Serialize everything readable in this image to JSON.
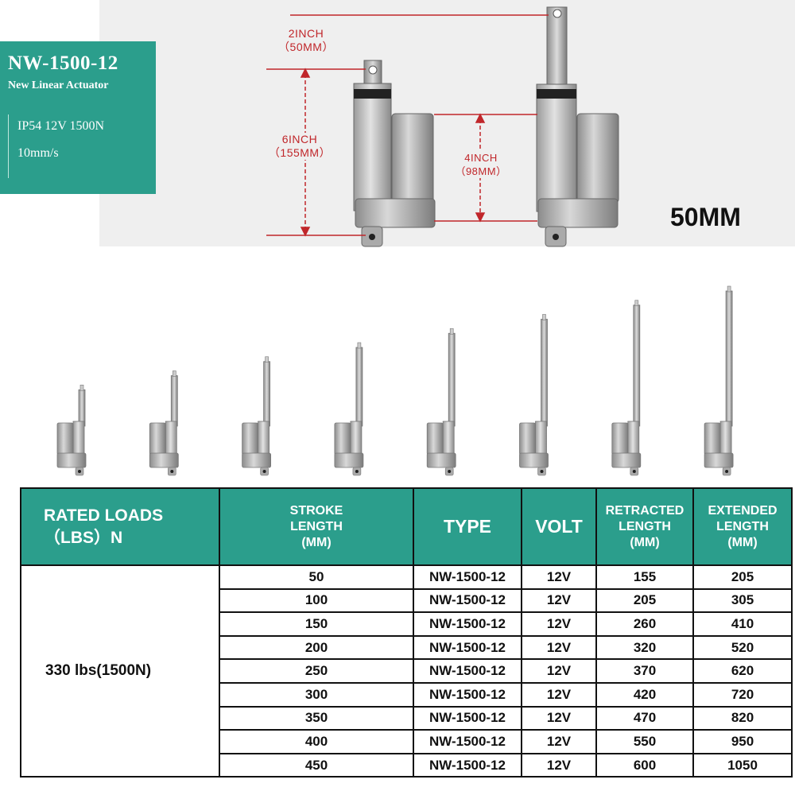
{
  "product": {
    "model": "NW-1500-12",
    "subtitle": "New Linear Actuator",
    "spec_line1": "IP54  12V  1500N",
    "spec_line2": "10mm/s"
  },
  "diagram": {
    "stroke_dim_line1": "2INCH",
    "stroke_dim_line2": "（50MM）",
    "retracted_dim_line1": "6INCH",
    "retracted_dim_line2": "（155MM）",
    "body_dim_line1": "4INCH",
    "body_dim_line2": "（98MM）",
    "stroke_badge": "50MM",
    "accent_color": "#c0262a"
  },
  "gallery": {
    "count": 8,
    "stroke_lengths_mm": [
      50,
      100,
      150,
      200,
      250,
      300,
      350,
      400
    ]
  },
  "table": {
    "headers": {
      "rated_loads_line1": "RATED LOADS",
      "rated_loads_line2": "（LBS）N",
      "stroke_line1": "STROKE",
      "stroke_line2": "LENGTH",
      "stroke_line3": "(MM)",
      "type": "TYPE",
      "volt": "VOLT",
      "retracted_line1": "RETRACTED",
      "retracted_line2": "LENGTH",
      "retracted_line3": "(MM)",
      "extended_line1": "EXTENDED",
      "extended_line2": "LENGTH",
      "extended_line3": "(MM)"
    },
    "rated_load": "330 lbs(1500N)",
    "header_color": "#2b9e8c",
    "rows": [
      {
        "stroke": "50",
        "type": "NW-1500-12",
        "volt": "12V",
        "retracted": "155",
        "extended": "205"
      },
      {
        "stroke": "100",
        "type": "NW-1500-12",
        "volt": "12V",
        "retracted": "205",
        "extended": "305"
      },
      {
        "stroke": "150",
        "type": "NW-1500-12",
        "volt": "12V",
        "retracted": "260",
        "extended": "410"
      },
      {
        "stroke": "200",
        "type": "NW-1500-12",
        "volt": "12V",
        "retracted": "320",
        "extended": "520"
      },
      {
        "stroke": "250",
        "type": "NW-1500-12",
        "volt": "12V",
        "retracted": "370",
        "extended": "620"
      },
      {
        "stroke": "300",
        "type": "NW-1500-12",
        "volt": "12V",
        "retracted": "420",
        "extended": "720"
      },
      {
        "stroke": "350",
        "type": "NW-1500-12",
        "volt": "12V",
        "retracted": "470",
        "extended": "820"
      },
      {
        "stroke": "400",
        "type": "NW-1500-12",
        "volt": "12V",
        "retracted": "550",
        "extended": "950"
      },
      {
        "stroke": "450",
        "type": "NW-1500-12",
        "volt": "12V",
        "retracted": "600",
        "extended": "1050"
      }
    ]
  }
}
